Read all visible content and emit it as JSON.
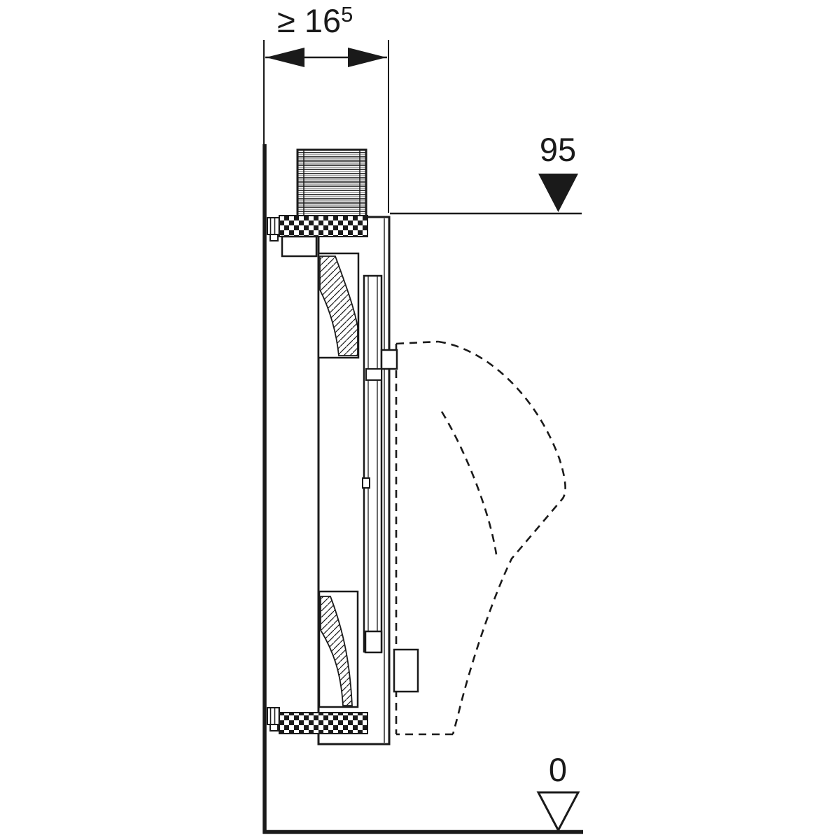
{
  "page": {
    "background": "#ffffff",
    "line_color": "#1a1a1a",
    "description_visible_content": "technical side-view installation drawing of a wall-mounted urinal carrier frame"
  },
  "labels": {
    "min_depth": {
      "prefix": "≥ 16",
      "superscript": "5"
    },
    "upper_level": "95",
    "floor_level": "0"
  },
  "icons": {
    "upper_level_marker": "filled-down-triangle",
    "floor_level_marker": "outline-down-triangle",
    "dimension_arrows": "double-headed-arrow"
  }
}
